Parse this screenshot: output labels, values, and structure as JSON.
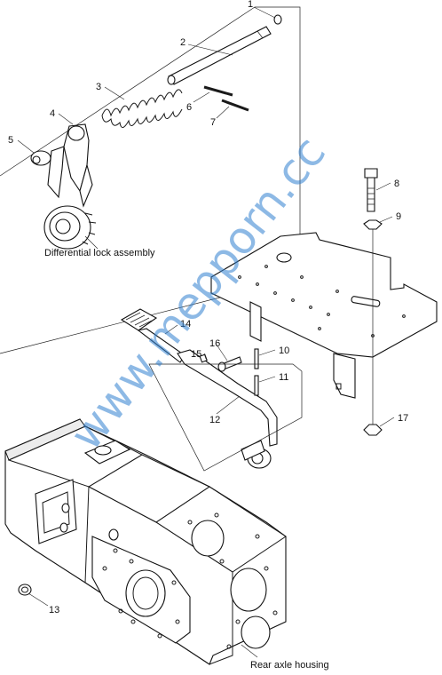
{
  "callouts": [
    {
      "n": "1"
    },
    {
      "n": "2"
    },
    {
      "n": "3"
    },
    {
      "n": "4"
    },
    {
      "n": "5"
    },
    {
      "n": "6"
    },
    {
      "n": "7"
    },
    {
      "n": "8"
    },
    {
      "n": "9"
    },
    {
      "n": "10"
    },
    {
      "n": "11"
    },
    {
      "n": "12"
    },
    {
      "n": "13"
    },
    {
      "n": "14"
    },
    {
      "n": "15"
    },
    {
      "n": "16"
    },
    {
      "n": "17"
    }
  ],
  "captions": {
    "differential_lock": "Differential lock assembly",
    "rear_axle": "Rear axle housing"
  },
  "watermark": "www.mepporn.cc",
  "colors": {
    "line": "#1a1a1a",
    "watermark": "#2f7fd0"
  }
}
